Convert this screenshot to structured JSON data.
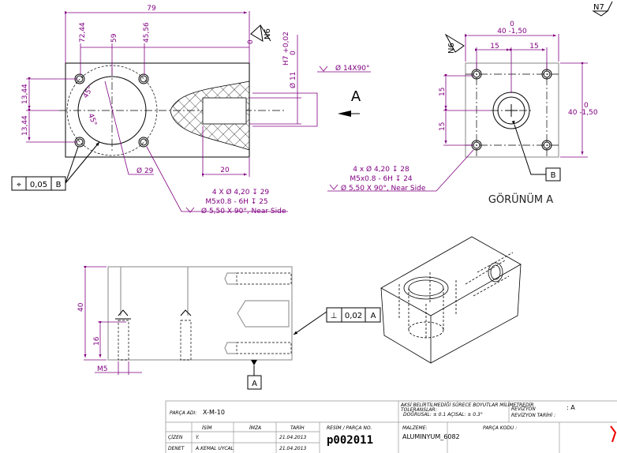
{
  "colors": {
    "dimension": "#800080",
    "outline": "#000000",
    "edge": "#9a9a9a"
  },
  "front_view": {
    "dim_overall": "79",
    "dim_a": "72,44",
    "dim_b": "59",
    "dim_c": "45,56",
    "dim_zero": "0",
    "dim_left_top": "13,44",
    "dim_left_bottom": "13,44",
    "angle_1": "45°",
    "angle_2": "45°",
    "dia_29": "Ø 29",
    "dim_20": "20",
    "bore_dia": "Ø 11",
    "bore_tol_upper": "H7 +0,02",
    "bore_tol_lower": "0",
    "chamfer": "Ø 14X90°",
    "surface": "N6",
    "hole_note": [
      "4 X Ø 4,20 ↧ 29",
      "M5x0.8 - 6H ↧ 25",
      "Ø 5,50 X 90°, Near Side"
    ],
    "position_tol": {
      "symbol": "⌖",
      "value": "0,05",
      "datum": "B"
    }
  },
  "view_arrow": {
    "label": "A"
  },
  "view_a": {
    "title": "GÖRÜNÜM A",
    "width_upper": "0",
    "width_main": "40 -1,50",
    "height_upper": "0",
    "height_main": "40 -1,50",
    "dim_15_h1": "15",
    "dim_15_h2": "15",
    "dim_15_v1": "15",
    "dim_15_v2": "15",
    "surface": "N6",
    "surface_general": "N7",
    "hole_note": [
      "4 x Ø 4,20 ↧ 28",
      "M5x0.8 - 6H ↧ 24",
      "Ø 5,50 X 90°, Near Side"
    ],
    "datum": "B"
  },
  "side_view": {
    "dim_40": "40",
    "dim_16": "16",
    "dim_m5": "M5",
    "perp_tol": {
      "symbol": "⊥",
      "value": "0,02",
      "datum": "A"
    },
    "datum": "A"
  },
  "title_block": {
    "part_name_label": "PARÇA ADI:",
    "part_name": "X-M-10",
    "tolerance_note": [
      "AKSİ BELİRTİLMEDİĞİ SÜRECE BOYUTLAR MİLİMETREDİR",
      "TOLERANSLAR:",
      "DOĞRUSAL: ± 0.1    AÇISAL: ± 0.3°"
    ],
    "revision_label": "REVİZYON",
    "revision_value": ": A",
    "revision_date_label": "REVİZYON TARİHİ :",
    "col_name": "İSİM",
    "col_sign": "İMZA",
    "col_date": "TARİH",
    "drawing_no_label": "RESİM / PARÇA NO.",
    "drawing_no": "p002011",
    "material_label": "MALZEME:",
    "material": "ALUMINYUM_6082",
    "part_code_label": "PARÇA KODU :",
    "rows": [
      {
        "role": "ÇİZEN",
        "name": "Y.",
        "date": "21.04.2013"
      },
      {
        "role": "DENET",
        "name": "A.KEMAL UYCAL",
        "date": "21.04.2013"
      }
    ]
  }
}
